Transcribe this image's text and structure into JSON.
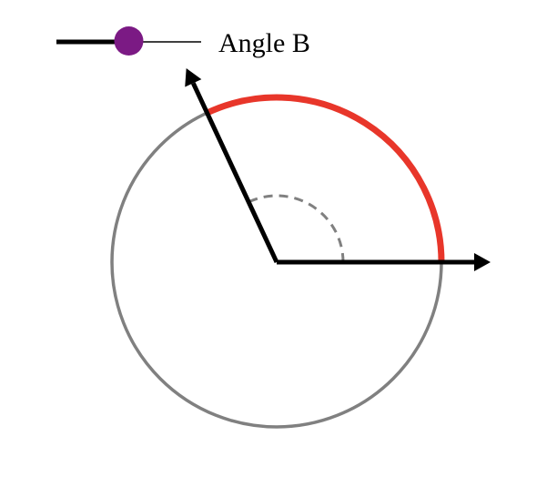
{
  "slider": {
    "label": "Angle B",
    "value_fraction": 0.5,
    "thumb_color": "#7b1a84",
    "filled_track_color": "#000000",
    "empty_track_color": "#000000"
  },
  "diagram": {
    "angle_degrees": 115,
    "circle_color": "#808080",
    "arc_color": "#e8362a",
    "ray_color": "#000000",
    "angle_marker_color": "#808080",
    "angle_marker_style": "dashed"
  }
}
